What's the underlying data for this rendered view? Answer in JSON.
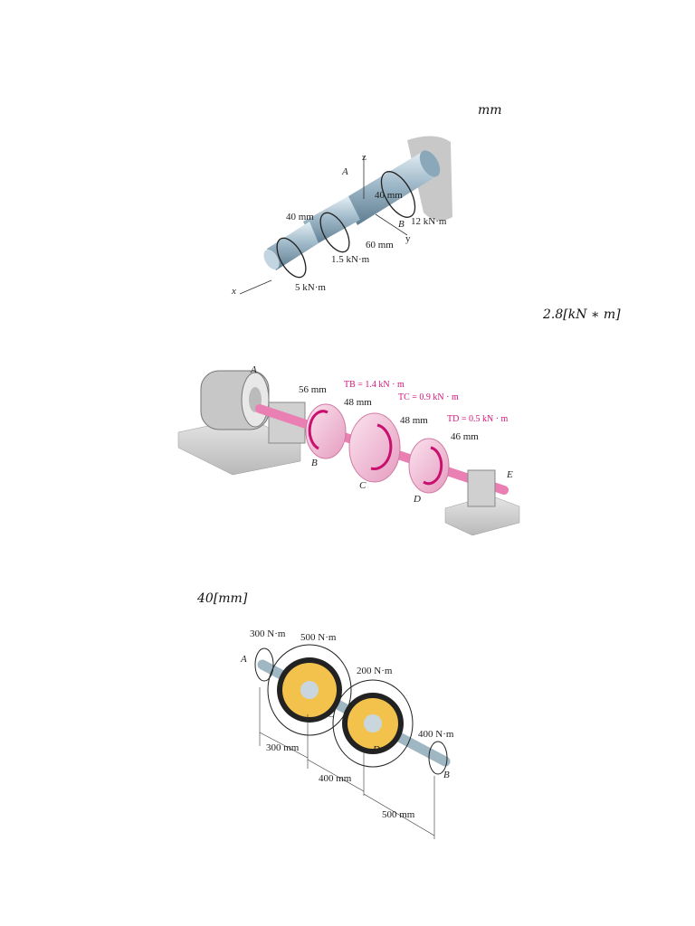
{
  "notes": {
    "unit_mm": "mm",
    "torque_value": "2.8[kN ∗ m]",
    "diameter_value": "40[mm]"
  },
  "figure1": {
    "labels": {
      "A": "A",
      "B": "B",
      "x": "x",
      "y": "y",
      "z": "z",
      "d40a": "40 mm",
      "d40b": "40 mm",
      "d60": "60 mm",
      "t12": "12 kN·m",
      "t15": "1.5 kN·m",
      "t5": "5 kN·m"
    }
  },
  "figure2": {
    "labels": {
      "A": "A",
      "B": "B",
      "C": "C",
      "D": "D",
      "E": "E",
      "d56": "56 mm",
      "d48a": "48 mm",
      "d48b": "48 mm",
      "d46": "46 mm",
      "TB": "TB = 1.4 kN · m",
      "TC": "TC = 0.9 kN · m",
      "TD": "TD = 0.5 kN · m"
    }
  },
  "figure3": {
    "labels": {
      "A": "A",
      "B": "B",
      "C": "C",
      "D": "D",
      "t300": "300 N·m",
      "t500": "500 N·m",
      "t200": "200 N·m",
      "t400": "400 N·m",
      "l300": "300 mm",
      "l400": "400 mm",
      "l500": "500 mm"
    }
  }
}
